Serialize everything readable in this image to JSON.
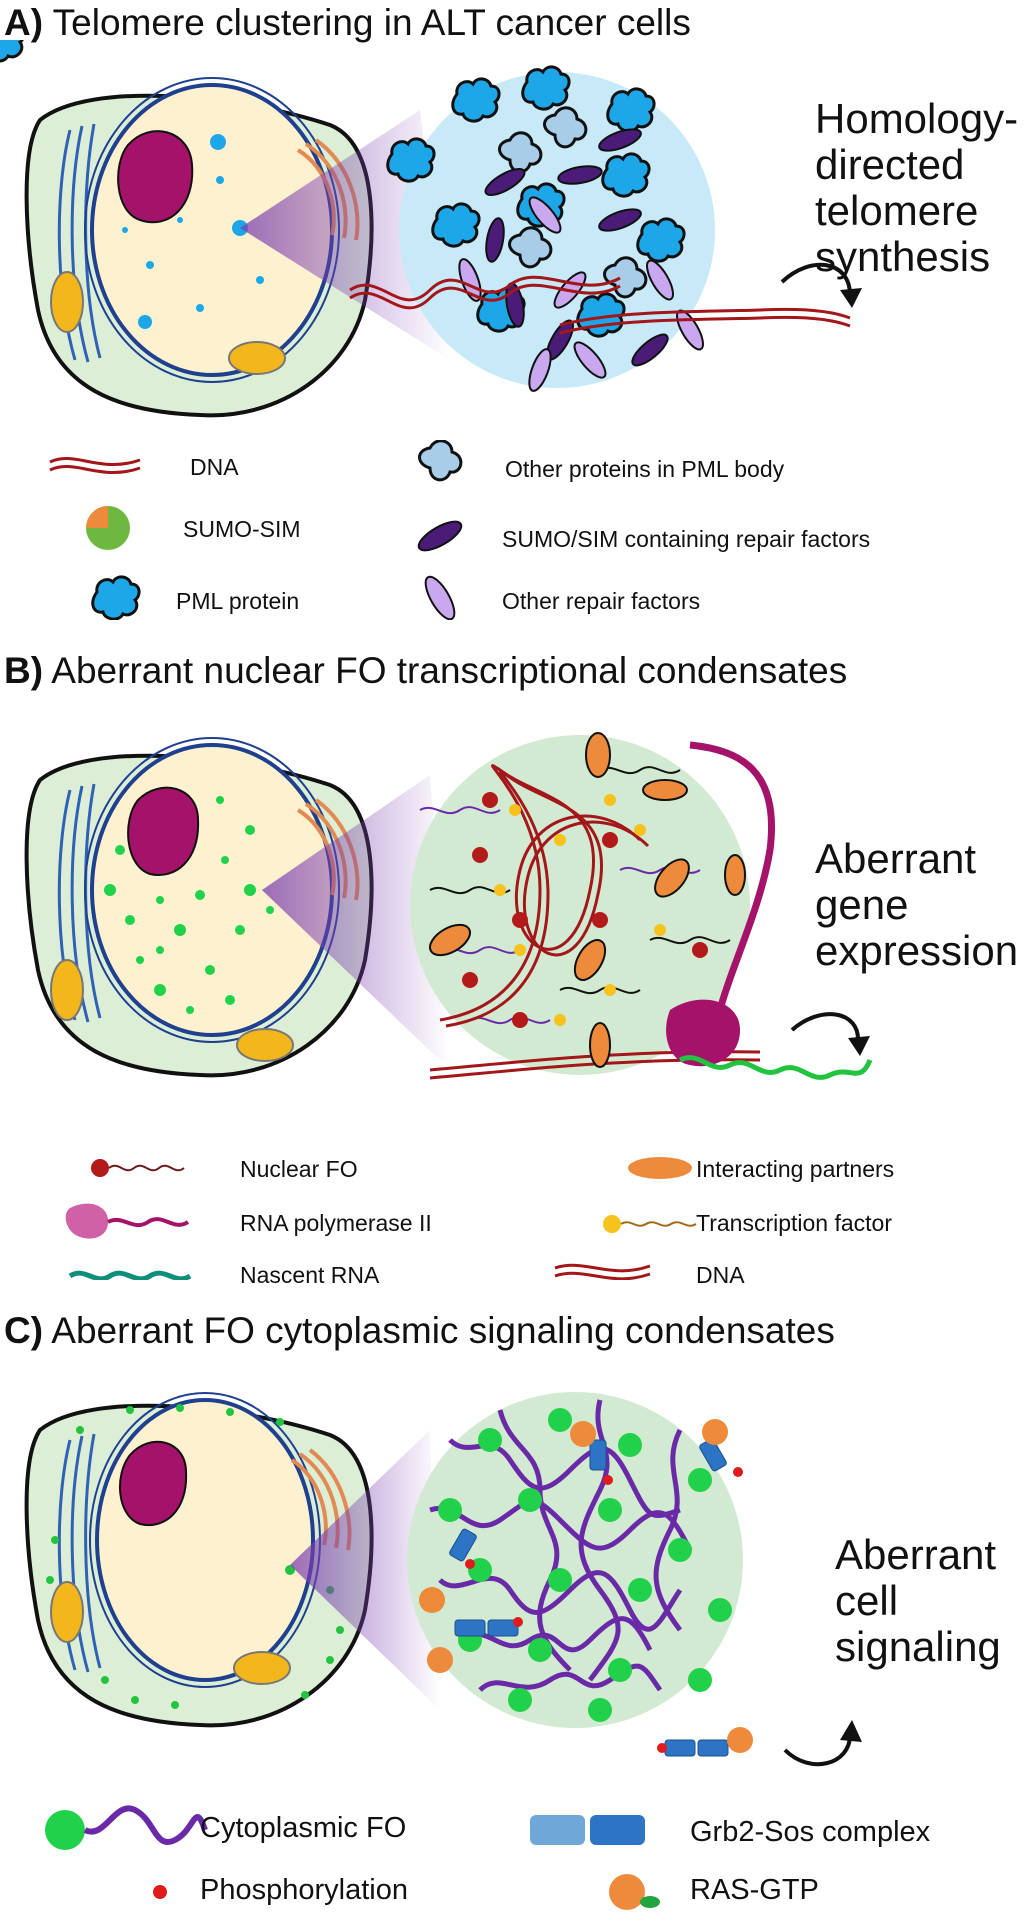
{
  "panels": [
    {
      "id": "A",
      "letter": "A)",
      "title": "Telomere clustering in ALT cancer cells",
      "side_text": [
        "Homology-",
        "directed",
        "telomere",
        "synthesis"
      ],
      "legend": [
        {
          "label": "DNA"
        },
        {
          "label": "SUMO-SIM"
        },
        {
          "label": "PML protein"
        },
        {
          "label": "Other proteins in PML body"
        },
        {
          "label": "SUMO/SIM containing repair factors"
        },
        {
          "label": "Other repair factors"
        }
      ]
    },
    {
      "id": "B",
      "letter": "B)",
      "title": "Aberrant nuclear FO transcriptional condensates",
      "side_text": [
        "Aberrant",
        "gene",
        "expression"
      ],
      "legend": [
        {
          "label": "Nuclear FO"
        },
        {
          "label": "RNA polymerase II"
        },
        {
          "label": "Nascent RNA"
        },
        {
          "label": "Interacting partners"
        },
        {
          "label": "Transcription factor"
        },
        {
          "label": "DNA"
        }
      ]
    },
    {
      "id": "C",
      "letter": "C)",
      "title": "Aberrant FO cytoplasmic signaling condensates",
      "side_text": [
        "Aberrant",
        "cell",
        "signaling"
      ],
      "legend": [
        {
          "label": "Cytoplasmic FO"
        },
        {
          "label": "Phosphorylation"
        },
        {
          "label": "Grb2-Sos complex"
        },
        {
          "label": "RAS-GTP"
        }
      ]
    }
  ],
  "colors": {
    "cytoplasm": "#dcefd6",
    "nucleus": "#fdf1cf",
    "nucleolus": "#a4126a",
    "cell_outline": "#111111",
    "pml_blue": "#1ea7e8",
    "pml_light": "#a8cde8",
    "condensate_A": "#c7e9f8",
    "condensate_BC": "#d3ead2",
    "dna_red": "#a3161a",
    "fo_green": "#22d14a",
    "fo_purple": "#6a2aa8",
    "partner_orange": "#ee8a3c",
    "tf_yellow": "#f6c21b",
    "repair_purple": "#4a1c78",
    "repair_lilac": "#c9a8ef",
    "grb2_blue": "#2d74c4",
    "phospho_red": "#e01b1b"
  }
}
